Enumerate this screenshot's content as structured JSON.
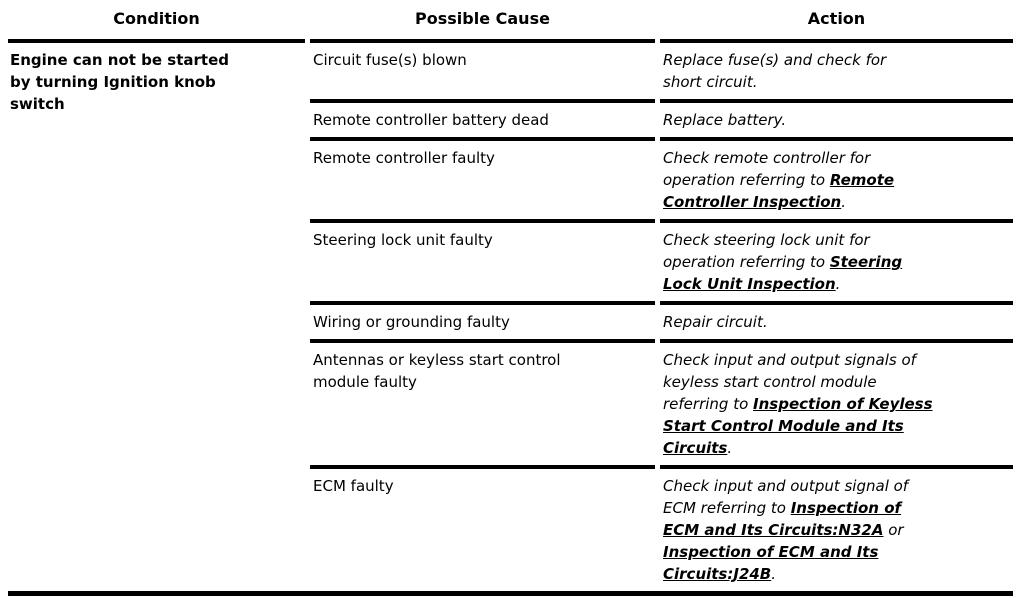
{
  "table": {
    "headers": [
      {
        "id": "condition",
        "label": "Condition"
      },
      {
        "id": "possible-cause",
        "label": "Possible Cause"
      },
      {
        "id": "action",
        "label": "Action"
      }
    ],
    "condition_text": "Engine can not be started\nby turning Ignition knob\nswitch",
    "rows": [
      {
        "cause": "Circuit fuse(s) blown",
        "action": [
          {
            "type": "text",
            "text": "Replace fuse(s) and check for\nshort circuit."
          }
        ]
      },
      {
        "cause": "Remote controller battery dead",
        "action": [
          {
            "type": "text",
            "text": "Replace battery."
          }
        ]
      },
      {
        "cause": "Remote controller faulty",
        "action": [
          {
            "type": "text",
            "text": "Check remote controller for\noperation referring to "
          },
          {
            "type": "link",
            "text": "Remote\nController Inspection"
          },
          {
            "type": "text",
            "text": "."
          }
        ]
      },
      {
        "cause": "Steering lock unit faulty",
        "action": [
          {
            "type": "text",
            "text": "Check steering lock unit for\noperation referring to "
          },
          {
            "type": "link",
            "text": "Steering\nLock Unit Inspection"
          },
          {
            "type": "text",
            "text": "."
          }
        ]
      },
      {
        "cause": "Wiring or grounding faulty",
        "action": [
          {
            "type": "text",
            "text": "Repair circuit."
          }
        ]
      },
      {
        "cause": "Antennas or keyless start control\nmodule faulty",
        "action": [
          {
            "type": "text",
            "text": "Check input and output signals of\nkeyless start control module\nreferring to "
          },
          {
            "type": "link",
            "text": "Inspection of Keyless\nStart Control Module and Its\nCircuits"
          },
          {
            "type": "text",
            "text": "."
          }
        ]
      },
      {
        "cause": "ECM faulty",
        "action": [
          {
            "type": "text",
            "text": "Check input and output signal of\nECM referring to "
          },
          {
            "type": "link",
            "text": "Inspection of\nECM and Its Circuits:N32A"
          },
          {
            "type": "text",
            "text": " or\n"
          },
          {
            "type": "link",
            "text": "Inspection of ECM and Its\nCircuits:J24B"
          },
          {
            "type": "text",
            "text": "."
          }
        ]
      }
    ],
    "colors": {
      "text": "#000000",
      "rule": "#000000",
      "background": "#ffffff",
      "link": "#000000"
    }
  }
}
